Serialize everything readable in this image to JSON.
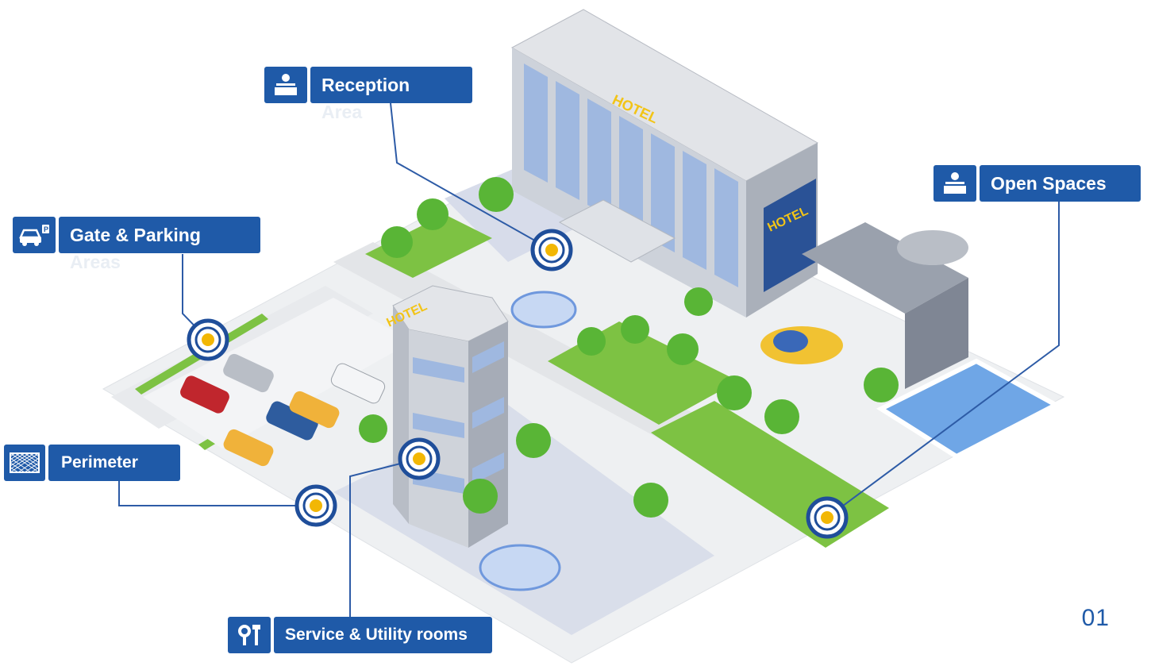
{
  "callouts": {
    "reception": {
      "title": "Reception",
      "subtitle": "Area",
      "icon": "reception-desk-icon"
    },
    "open_spaces": {
      "title": "Open Spaces",
      "icon": "reception-desk-icon"
    },
    "gate_parking": {
      "title": "Gate & Parking",
      "subtitle": "Areas",
      "icon": "car-parking-icon"
    },
    "perimeter": {
      "title": "Perimeter",
      "icon": "fence-icon"
    },
    "service_utility": {
      "title": "Service & Utility rooms",
      "icon": "tools-icon"
    }
  },
  "scene_signs": {
    "main_hotel": "HOTEL",
    "tower_hotel": "HOTEL",
    "billboard": "HOTEL"
  },
  "page_number": "01",
  "colors": {
    "label_blue": "#1f5aa8",
    "marker_ring": "#1f4e9a",
    "marker_dot": "#f2b705",
    "grass": "#7dc243",
    "road": "#e6e7e9",
    "building": "#c8ccd3",
    "window": "#9fb8e0"
  }
}
